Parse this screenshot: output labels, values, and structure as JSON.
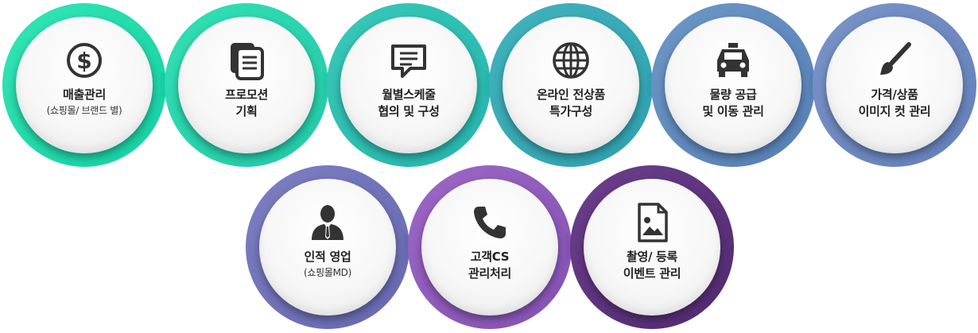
{
  "steps": [
    {
      "icon": "dollar-icon",
      "line1": "매출관리",
      "line2": "",
      "sub": "(쇼핑몰/ 브랜드 별)",
      "color_light": "#33e6b6",
      "color_dark": "#14cfa2"
    },
    {
      "icon": "documents-icon",
      "line1": "프로모션",
      "line2": "기획",
      "sub": "",
      "color_light": "#33e0b4",
      "color_dark": "#22c8a8"
    },
    {
      "icon": "chat-icon",
      "line1": "월별스케줄",
      "line2": "협의 및 구성",
      "sub": "",
      "color_light": "#38c9b8",
      "color_dark": "#26b4ad"
    },
    {
      "icon": "globe-icon",
      "line1": "온라인 전상품",
      "line2": "특가구성",
      "sub": "",
      "color_light": "#42b3bc",
      "color_dark": "#2fa0b0"
    },
    {
      "icon": "taxi-icon",
      "line1": "물량 공급",
      "line2": "및 이동 관리",
      "sub": "",
      "color_light": "#6c98c6",
      "color_dark": "#567fb6"
    },
    {
      "icon": "brush-icon",
      "line1": "가격/상품",
      "line2": "이미지 컷 관리",
      "sub": "",
      "color_light": "#7a94c8",
      "color_dark": "#6480bb"
    },
    {
      "icon": "person-icon",
      "line1": "인적 영업",
      "line2": "",
      "sub": "(쇼핑몰MD)",
      "color_light": "#7d7fc2",
      "color_dark": "#6668b0"
    },
    {
      "icon": "phone-icon",
      "line1": "고객CS",
      "line2": "관리처리",
      "sub": "",
      "color_light": "#9d67c4",
      "color_dark": "#8451b3"
    },
    {
      "icon": "image-file-icon",
      "line1": "촬영/ 등록",
      "line2": "이벤트 관리",
      "sub": "",
      "color_light": "#6c3f8d",
      "color_dark": "#512a70"
    }
  ]
}
